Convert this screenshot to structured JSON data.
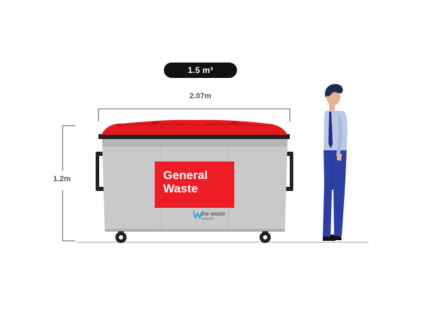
{
  "capacity_label": "1.5 m³",
  "width_label": "2.07m",
  "height_label": "1.2m",
  "bin": {
    "sign_line1": "General",
    "sign_line2": "Waste",
    "lid_color": "#e3191e",
    "body_color": "#c9c9c9",
    "sign_color": "#ee1c25"
  },
  "brand": {
    "name": "the waste",
    "sub": "network"
  },
  "person": {
    "shirt_color": "#b9c9e6",
    "trousers_color": "#2b3fa6",
    "hair_color": "#1c2a55"
  }
}
